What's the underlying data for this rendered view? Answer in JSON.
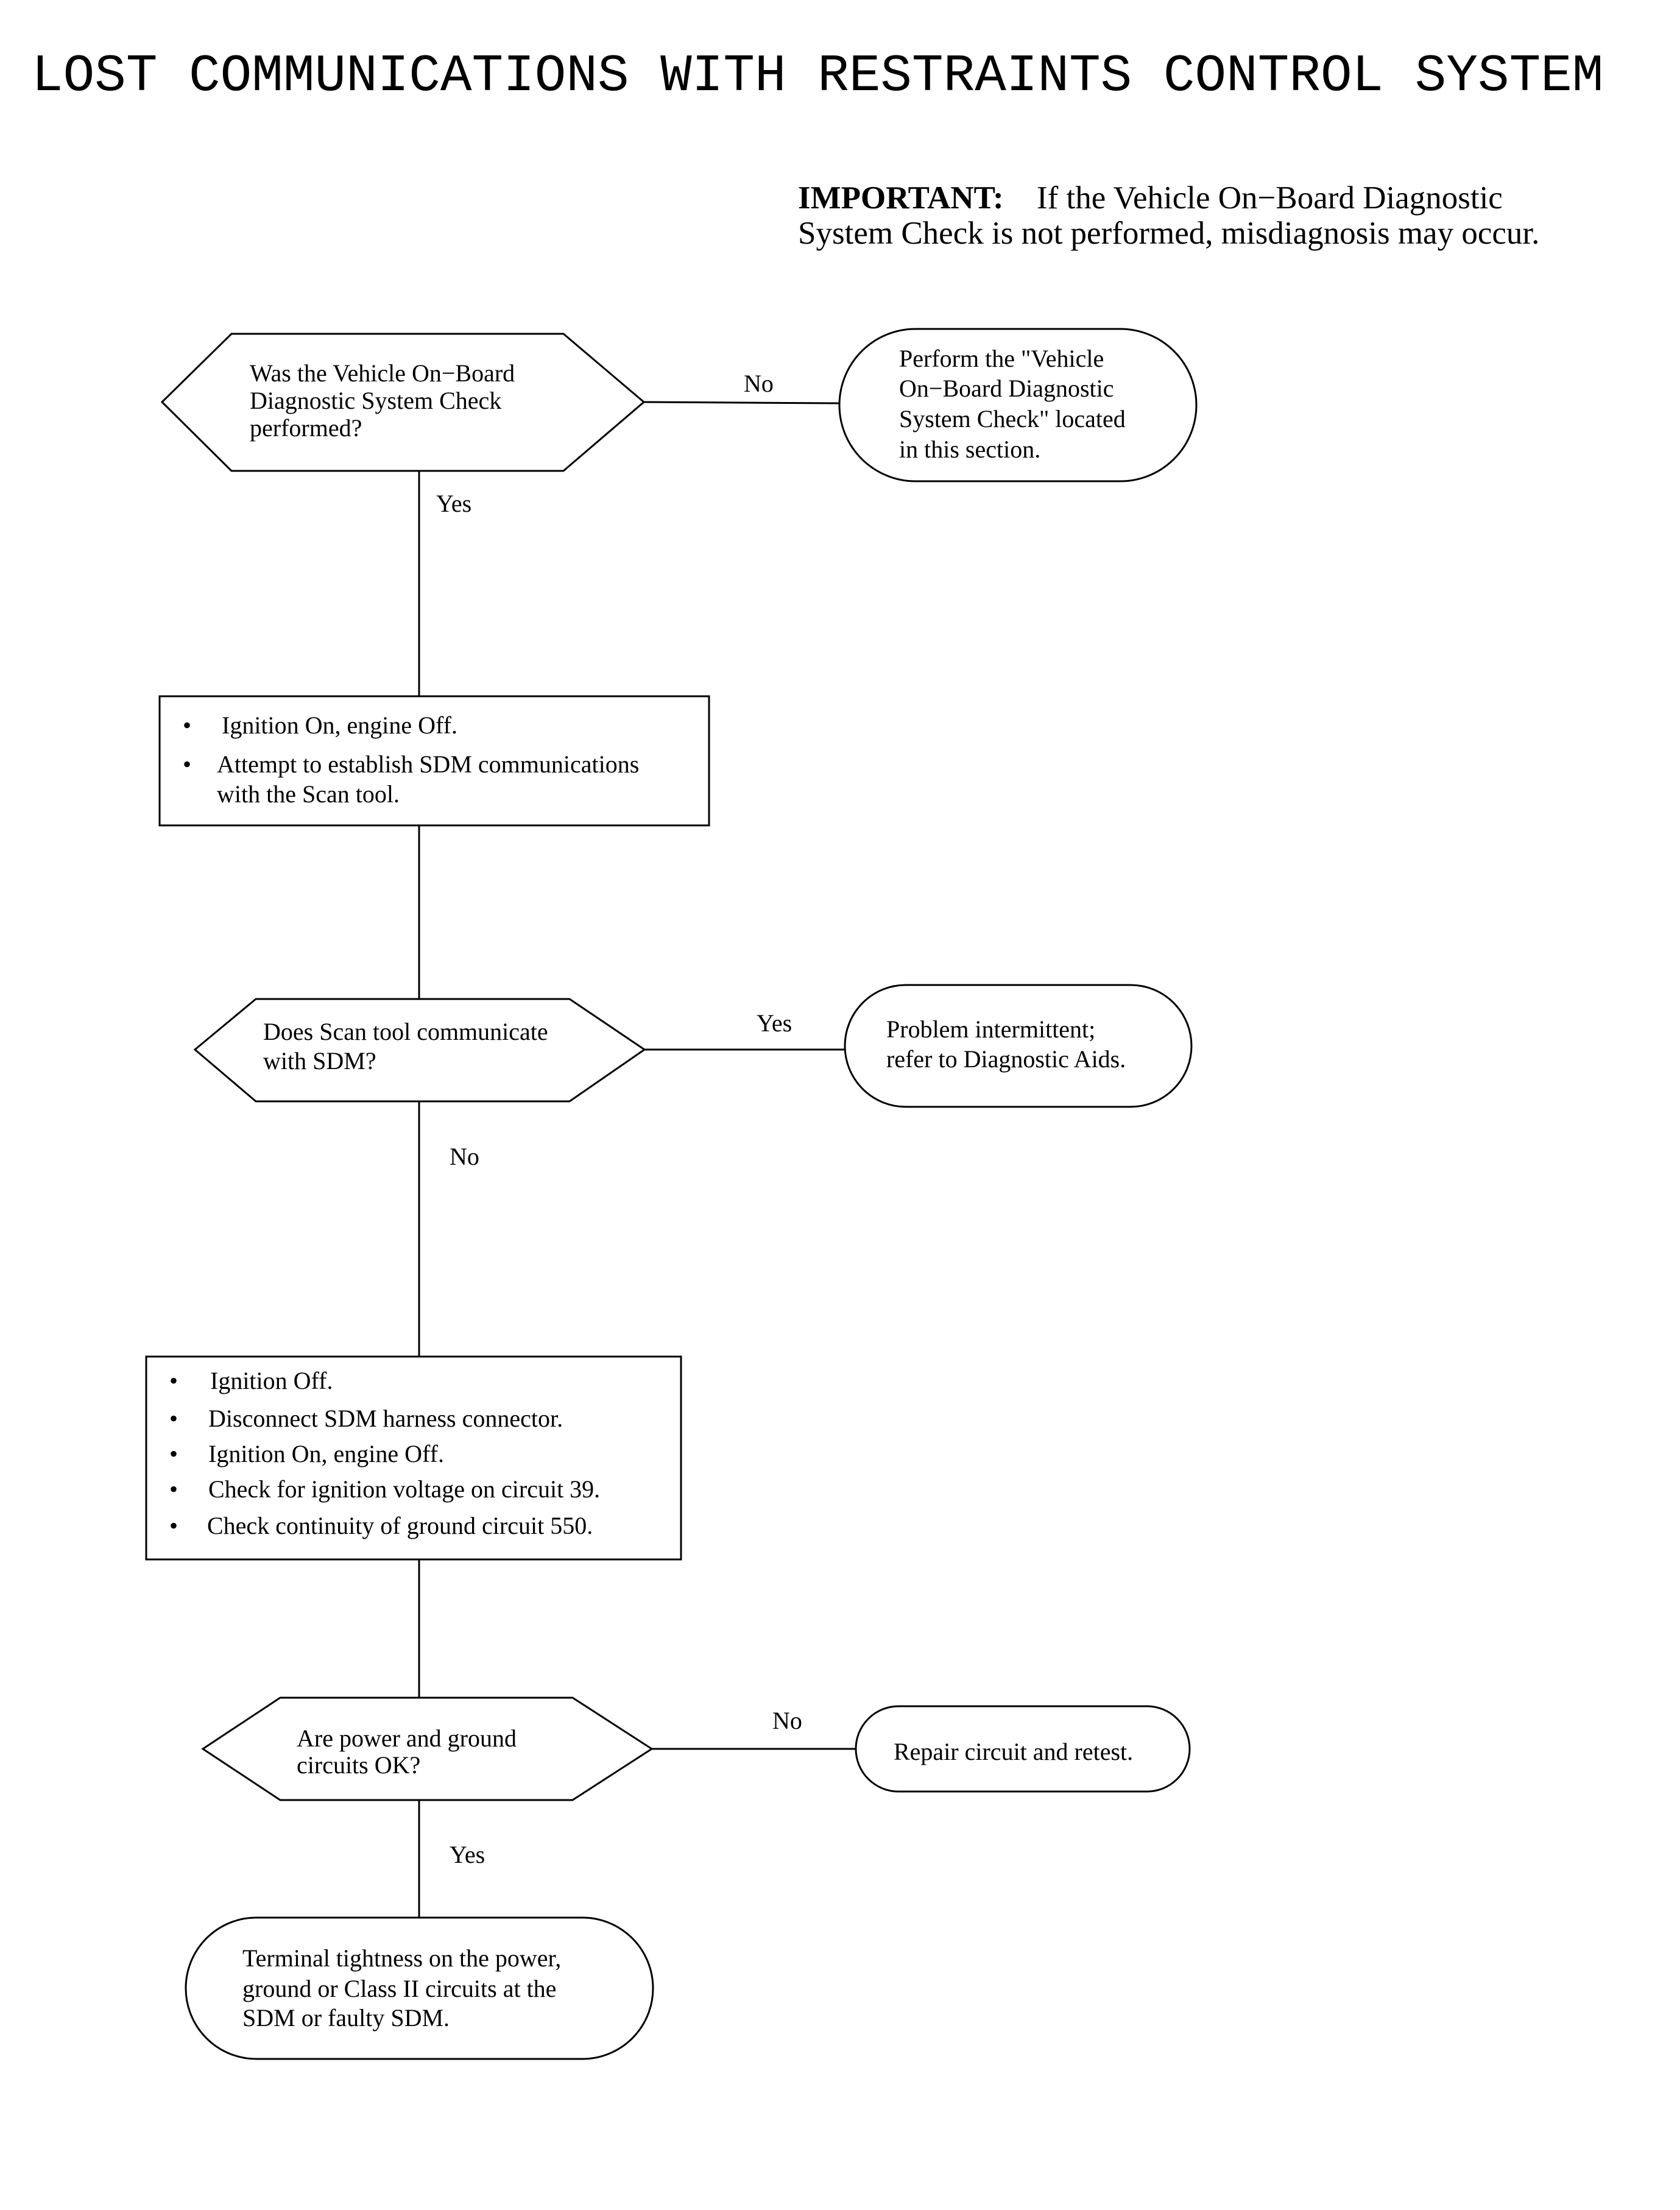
{
  "title": "LOST COMMUNICATIONS WITH RESTRAINTS CONTROL SYSTEM",
  "important": {
    "label": "IMPORTANT:",
    "line1": "If the Vehicle On−Board Diagnostic",
    "line2": "System Check is not performed, misdiagnosis may occur."
  },
  "decision1": {
    "lines": [
      "Was the Vehicle On−Board",
      "Diagnostic System Check",
      "performed?"
    ],
    "no_label": "No",
    "yes_label": "Yes"
  },
  "terminal_perform": {
    "lines": [
      "Perform the \"Vehicle",
      "On−Board Diagnostic",
      "System Check\" located",
      "in this section."
    ]
  },
  "step1": {
    "bullet": "•",
    "items": [
      "Ignition On, engine Off.",
      "Attempt to establish SDM communications",
      "with the Scan tool."
    ]
  },
  "decision2": {
    "lines": [
      "Does Scan tool communicate",
      "with SDM?"
    ],
    "yes_label": "Yes",
    "no_label": "No"
  },
  "terminal_intermittent": {
    "lines": [
      "Problem intermittent;",
      "refer to Diagnostic Aids."
    ]
  },
  "step2": {
    "bullet": "•",
    "items": [
      "Ignition Off.",
      "Disconnect SDM harness connector.",
      "Ignition On, engine Off.",
      "Check for ignition voltage on circuit 39.",
      "Check continuity of ground circuit 550."
    ]
  },
  "decision3": {
    "lines": [
      "Are power and ground",
      "circuits OK?"
    ],
    "no_label": "No",
    "yes_label": "Yes"
  },
  "terminal_repair": {
    "lines": [
      "Repair circuit and retest."
    ]
  },
  "terminal_final": {
    "lines": [
      "Terminal tightness on the power,",
      "ground or Class II circuits at the",
      "SDM or faulty SDM."
    ]
  }
}
